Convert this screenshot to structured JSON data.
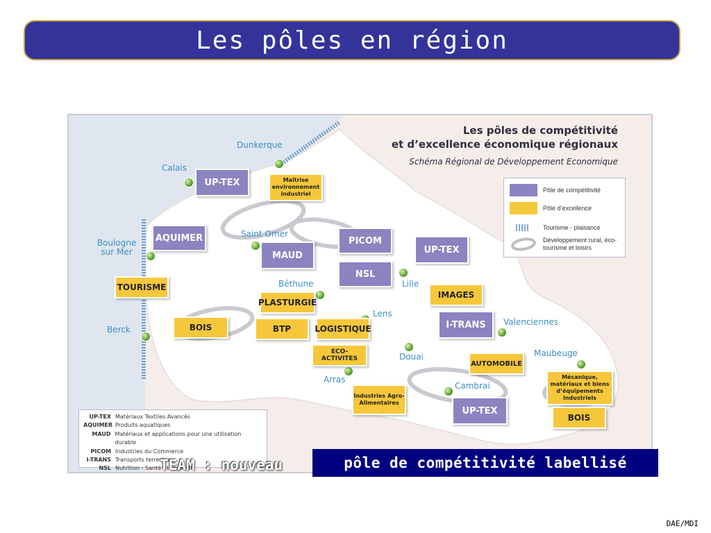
{
  "slide": {
    "title": "Les pôles en région",
    "footer": "DAE/MDI"
  },
  "map": {
    "title_line1": "Les pôles de compétitivité",
    "title_line2": "et d’excellence économique régionaux",
    "subtitle": "Schéma Régional de Développement Economique",
    "legend": [
      {
        "swatch": "purple",
        "label": "Pôle de compétitivité"
      },
      {
        "swatch": "yellow",
        "label": "Pôle d’excellence"
      },
      {
        "swatch": "tourism",
        "label": "Tourisme - plaisance"
      },
      {
        "swatch": "rural",
        "label": "Développement rural, éco-tourisme et loisirs"
      }
    ],
    "cities": {
      "dunkerque": "Dunkerque",
      "calais": "Calais",
      "boulogne": "Boulogne sur Mer",
      "saint_omer": "Saint Omer",
      "lille": "Lille",
      "bethune": "Béthune",
      "lens": "Lens",
      "berck": "Berck",
      "valenciennes": "Valenciennes",
      "douai": "Douai",
      "maubeuge": "Maubeuge",
      "arras": "Arras",
      "cambrai": "Cambrai"
    },
    "poles": {
      "uptex_calais": "UP-TEX",
      "maitrise": "Maîtrise environnement industriel",
      "aquimer": "AQUIMER",
      "maud": "MAUD",
      "picom": "PICOM",
      "nsl": "NSL",
      "uptex_lille": "UP-TEX",
      "tourisme": "TOURISME",
      "plasturgie": "PLASTURGIE",
      "images": "IMAGES",
      "bois_west": "BOIS",
      "btp": "BTP",
      "logistique": "LOGISTIQUE",
      "itrans": "I-TRANS",
      "eco_activites": "ECO-ACTIVITES",
      "automobile": "AUTOMOBILE",
      "mecanique": "Mécanique, matériaux et biens d’équipements industriels",
      "industries_agro": "Industries Agro-Alimentaires",
      "uptex_cambrai": "UP-TEX",
      "bois_east": "BOIS"
    },
    "abbreviations": [
      {
        "key": "UP-TEX",
        "value": "Matériaux Textiles Avancés"
      },
      {
        "key": "AQUIMER",
        "value": "Produits aquatiques"
      },
      {
        "key": "MAUD",
        "value": "Matériaux et applications pour une utilisation durable"
      },
      {
        "key": "PICOM",
        "value": "Industries du Commerce"
      },
      {
        "key": "I-TRANS",
        "value": "Transports terrestres"
      },
      {
        "key": "NSL",
        "value": "Nutrition - Santé - Longévité"
      }
    ],
    "colors": {
      "competitivite": "#8b84c0",
      "excellence": "#f6c73a",
      "city_label": "#3a8fc4"
    }
  },
  "announcement": {
    "prefix": "TEAM : nouveau",
    "highlight": "pôle de compétitivité labellisé"
  }
}
